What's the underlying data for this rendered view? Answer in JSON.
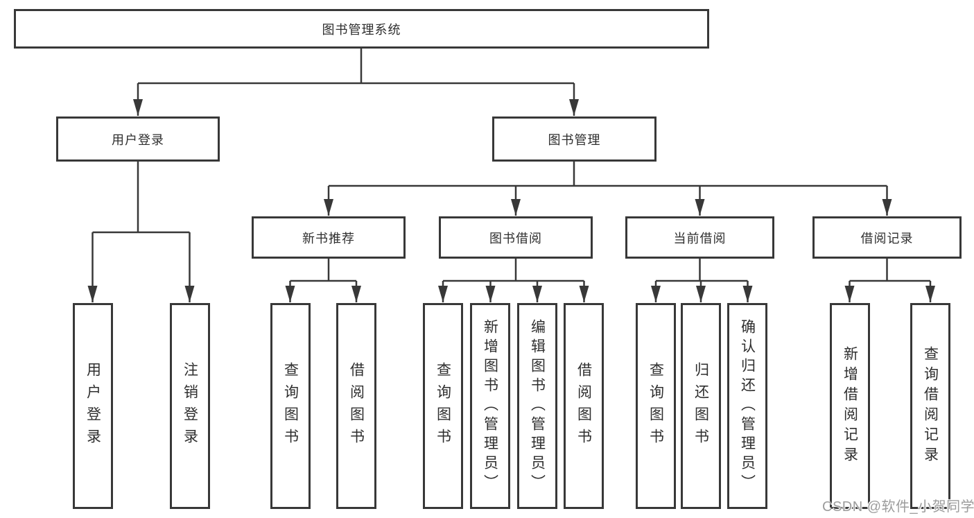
{
  "tree": {
    "root": {
      "label": "图书管理系统"
    },
    "branches": [
      {
        "label": "用户登录",
        "children": [
          {
            "label": "用户登录"
          },
          {
            "label": "注销登录"
          }
        ]
      },
      {
        "label": "图书管理",
        "children": [
          {
            "label": "新书推荐",
            "children": [
              {
                "label": "查询图书"
              },
              {
                "label": "借阅图书"
              }
            ]
          },
          {
            "label": "图书借阅",
            "children": [
              {
                "label": "查询图书"
              },
              {
                "label": "新增图书（管理员）"
              },
              {
                "label": "编辑图书（管理员）"
              },
              {
                "label": "借阅图书"
              }
            ]
          },
          {
            "label": "当前借阅",
            "children": [
              {
                "label": "查询图书"
              },
              {
                "label": "归还图书"
              },
              {
                "label": "确认归还（管理员）"
              }
            ]
          },
          {
            "label": "借阅记录",
            "children": [
              {
                "label": "新增借阅记录"
              },
              {
                "label": "查询借阅记录"
              }
            ]
          }
        ]
      }
    ]
  },
  "watermark": {
    "text": "CSDN @软件_小贺同学"
  },
  "colors": {
    "line": "#383838",
    "text": "#2e2e2e",
    "watermark": "#9c9c9c",
    "background": "#ffffff"
  }
}
